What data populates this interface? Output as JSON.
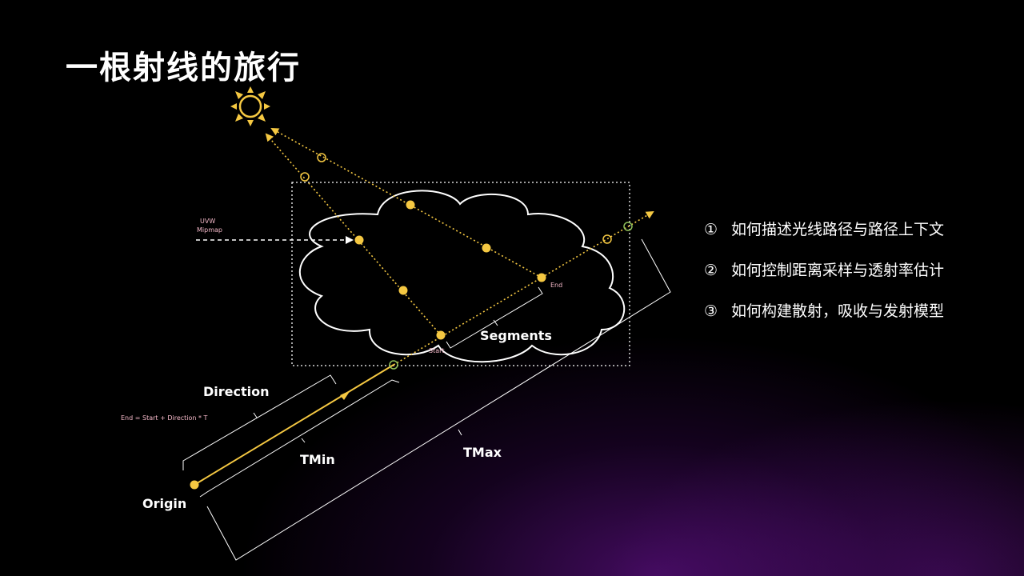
{
  "title": "一根射线的旅行",
  "diagram": {
    "labels": {
      "uvw": "UVW",
      "mipmap": "Mipmap",
      "end": "End",
      "start": "Start",
      "segments": "Segments",
      "direction": "Direction",
      "formula": "End = Start + Direction * T",
      "tmin": "TMin",
      "tmax": "TMax",
      "origin": "Origin"
    },
    "icons": [
      "sun-icon"
    ],
    "colors": {
      "ray": "#f5c842",
      "cloud": "#ffffff",
      "box": "#ffffff",
      "marker": "#8fbf5a"
    }
  },
  "points": [
    {
      "num": "①",
      "text": "如何描述光线路径与路径上下文"
    },
    {
      "num": "②",
      "text": "如何控制距离采样与透射率估计"
    },
    {
      "num": "③",
      "text": "如何构建散射，吸收与发射模型"
    }
  ]
}
